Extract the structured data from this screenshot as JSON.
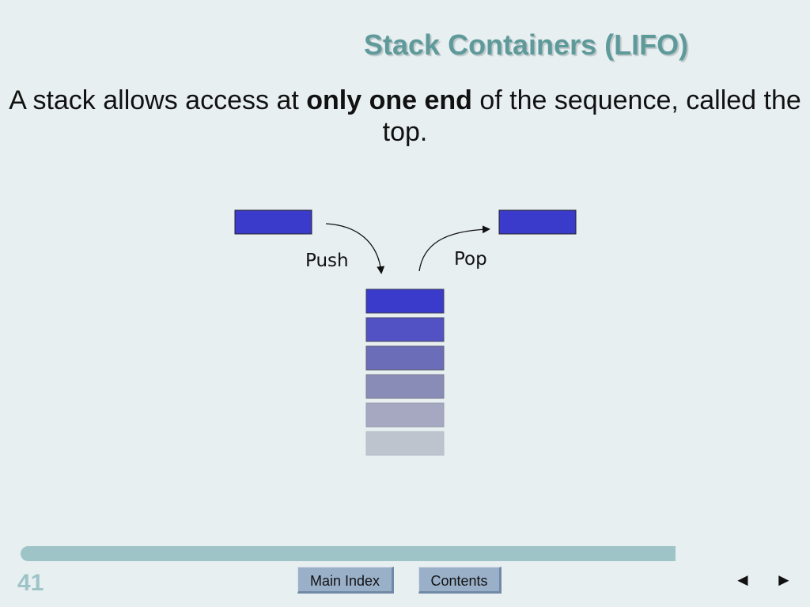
{
  "slide": {
    "title": "Stack Containers (LIFO)",
    "body_prefix": "A stack allows access at ",
    "body_bold": "only one end",
    "body_suffix": " of the sequence, called the top.",
    "page_number": "41"
  },
  "diagram": {
    "push_label": "Push",
    "pop_label": "Pop",
    "element_color": "#3a3acb",
    "stack_colors": [
      "#3a3acb",
      "#5252c4",
      "#6b6db9",
      "#8a8cb8",
      "#a5a8c0",
      "#bec4ce"
    ]
  },
  "footer": {
    "main_index_label": "Main Index",
    "contents_label": "Contents",
    "prev_icon": "◄",
    "next_icon": "►"
  },
  "colors": {
    "background": "#e8eff1",
    "title": "#5f9a9b",
    "footer_bar": "#9ec4c7"
  }
}
